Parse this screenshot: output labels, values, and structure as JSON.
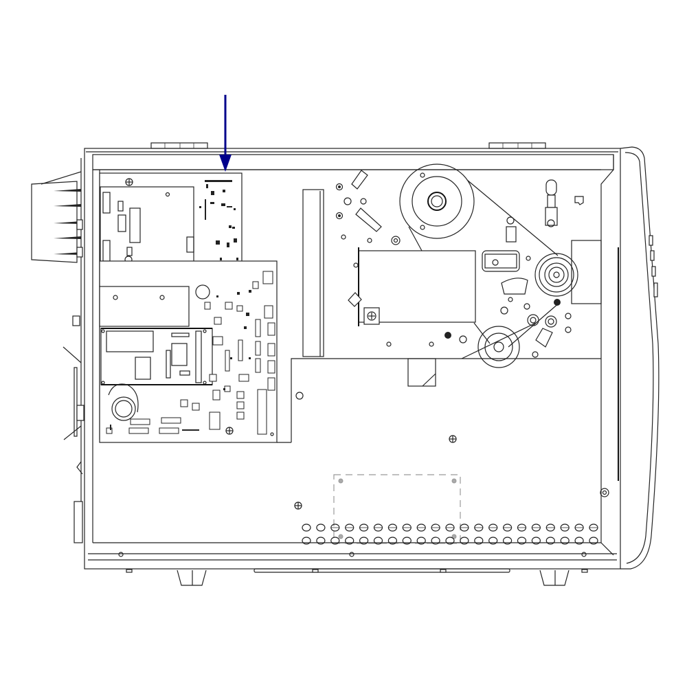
{
  "figure": {
    "description": "Side view line drawing of a label printer with the side cover removed, showing the main logic board, power supply, media/ribbon supply spindles, printhead assembly and drive rollers. A blue arrow points down at the top circuit board.",
    "callout_arrow": {
      "color": "#00008B",
      "target": "main logic board (upper option board)"
    },
    "line_color": "#222222",
    "background": "#FFFFFF"
  },
  "components": {
    "arrow": "Callout arrow",
    "left_heatsink": "Rear heat sink / fan housing",
    "logic_board": "Main logic board",
    "option_board": "Upper option board",
    "power_supply": "Power supply",
    "ribbon_supply": "Ribbon supply spindle",
    "printhead": "Printhead assembly",
    "ribbon_takeup": "Ribbon take-up spindle",
    "platen_roller": "Platen roller",
    "media_hanger": "Media supply hanger",
    "access_panel": "Access panel (dashed outline)",
    "vent_holes": "Ventilation holes",
    "front_cover": "Front bezel",
    "feet": "Printer feet"
  }
}
